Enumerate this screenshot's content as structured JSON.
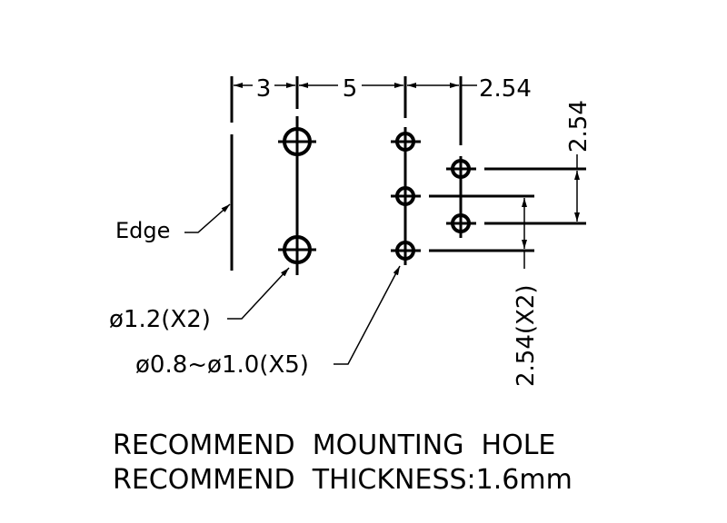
{
  "dimensions": {
    "edge_to_col1": "3",
    "col1_to_col2": "5",
    "col2_to_col3": "2.54",
    "col3_vertical_pitch": "2.54",
    "col2_vertical_pitch": "2.54(X2)"
  },
  "labels": {
    "edge": "Edge",
    "large_hole": "ø1.2(X2)",
    "small_hole": "ø0.8~ø1.0(X5)"
  },
  "notes": {
    "line1": "RECOMMEND  MOUNTING  HOLE",
    "line2": "RECOMMEND  THICKNESS:1.6mm"
  }
}
